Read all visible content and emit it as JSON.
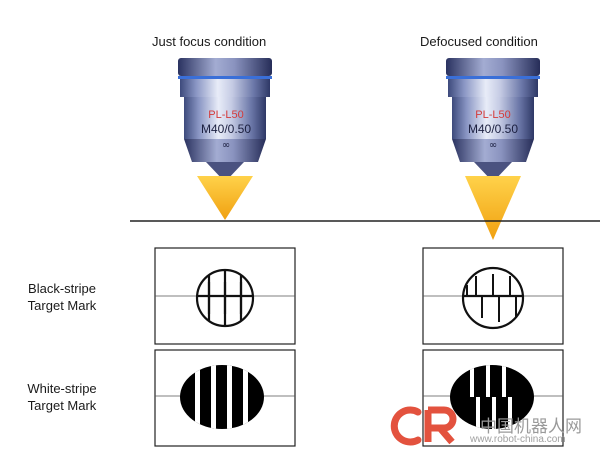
{
  "captions": {
    "left": "Just focus condition",
    "right": "Defocused condition"
  },
  "objective": {
    "brand_text": "PL-L50",
    "spec_text": "M40/0.50",
    "infinity_symbol": "∞",
    "brand_color": "#d43a3a"
  },
  "rows": {
    "black": {
      "line1": "Black-stripe",
      "line2": "Target Mark"
    },
    "white": {
      "line1": "White-stripe",
      "line2": "Target Mark"
    }
  },
  "watermark": {
    "logo": "CR",
    "name": "中国机器人网",
    "url": "www.robot-china.com"
  }
}
